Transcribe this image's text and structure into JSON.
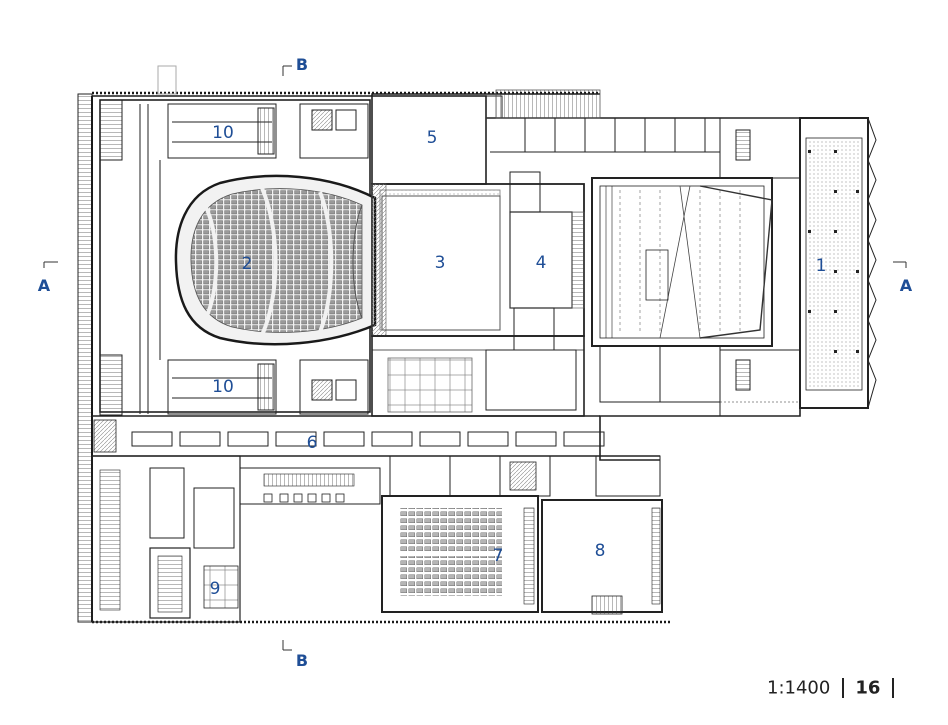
{
  "rooms": [
    "1",
    "2",
    "3",
    "4",
    "5",
    "6",
    "7",
    "8",
    "9",
    "10",
    "10"
  ],
  "sections": {
    "a_left": "A",
    "a_right": "A",
    "b_top": "B",
    "b_bottom": "B"
  },
  "footer": {
    "scale": "1:1400",
    "page": "16"
  }
}
